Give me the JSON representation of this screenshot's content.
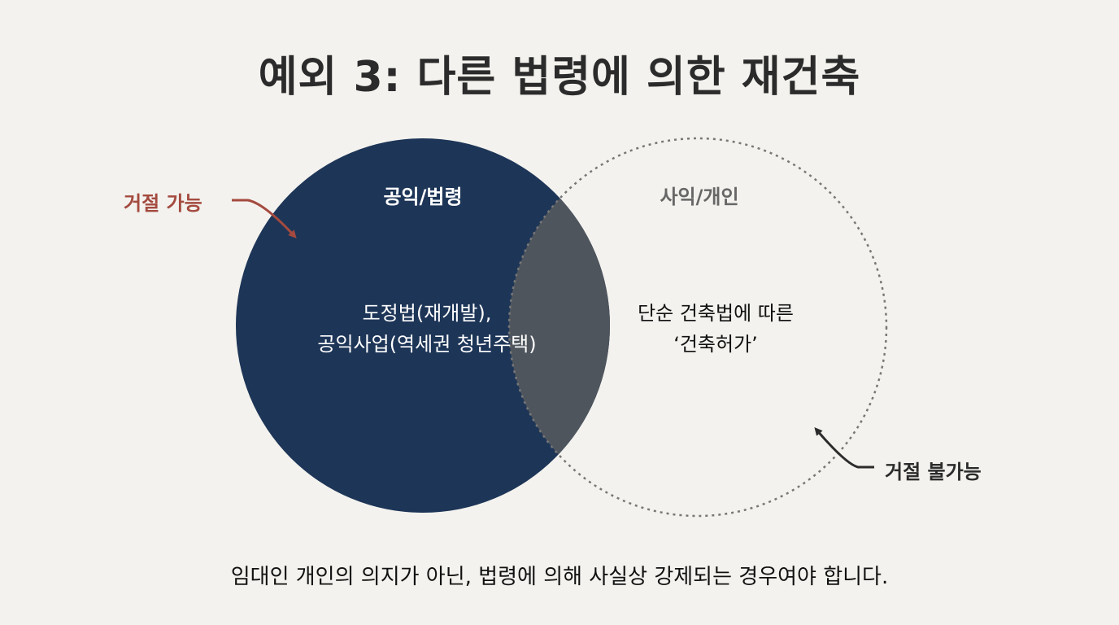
{
  "title": "예외 3: 다른 법령에 의한 재건축",
  "left_circle": {
    "label": "공익/법령",
    "content": [
      "도정법(재개발),",
      "공익사업(역세권 청년주택)"
    ],
    "color": "#1d3557"
  },
  "right_circle": {
    "label": "사익/개인",
    "content": [
      "단순 건축법에 따른",
      "‘건축허가’"
    ]
  },
  "overlap_color": "#4f555d",
  "annotation_reject_possible": "거절 가능",
  "annotation_reject_impossible": "거절 불가능",
  "caption": "임대인 개인의 의지가 아닌, 법령에 의해 사실상 강제되는 경우여야 합니다.",
  "colors": {
    "accent_red": "#a44a3f",
    "dark": "#2b2b2b"
  }
}
